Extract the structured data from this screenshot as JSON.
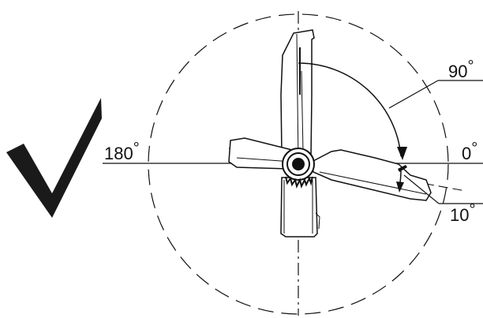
{
  "diagram": {
    "colors": {
      "ink": "#111111",
      "check": "#1a1a1a",
      "body": "#ffffff"
    },
    "labels": {
      "angle_90": "90",
      "angle_0": "0",
      "angle_180": "180",
      "angle_10": "10",
      "degree_symbol": "°"
    },
    "icons": {
      "approval_mark": "checkmark-icon"
    }
  }
}
